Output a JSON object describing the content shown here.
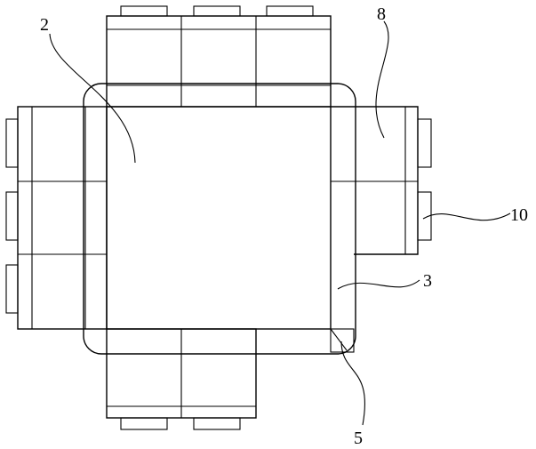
{
  "figure": {
    "line_color": "#000000",
    "background": "#ffffff",
    "callouts": [
      {
        "id": "2",
        "text": "2"
      },
      {
        "id": "8",
        "text": "8"
      },
      {
        "id": "10",
        "text": "10"
      },
      {
        "id": "3",
        "text": "3"
      },
      {
        "id": "5",
        "text": "5"
      }
    ]
  }
}
